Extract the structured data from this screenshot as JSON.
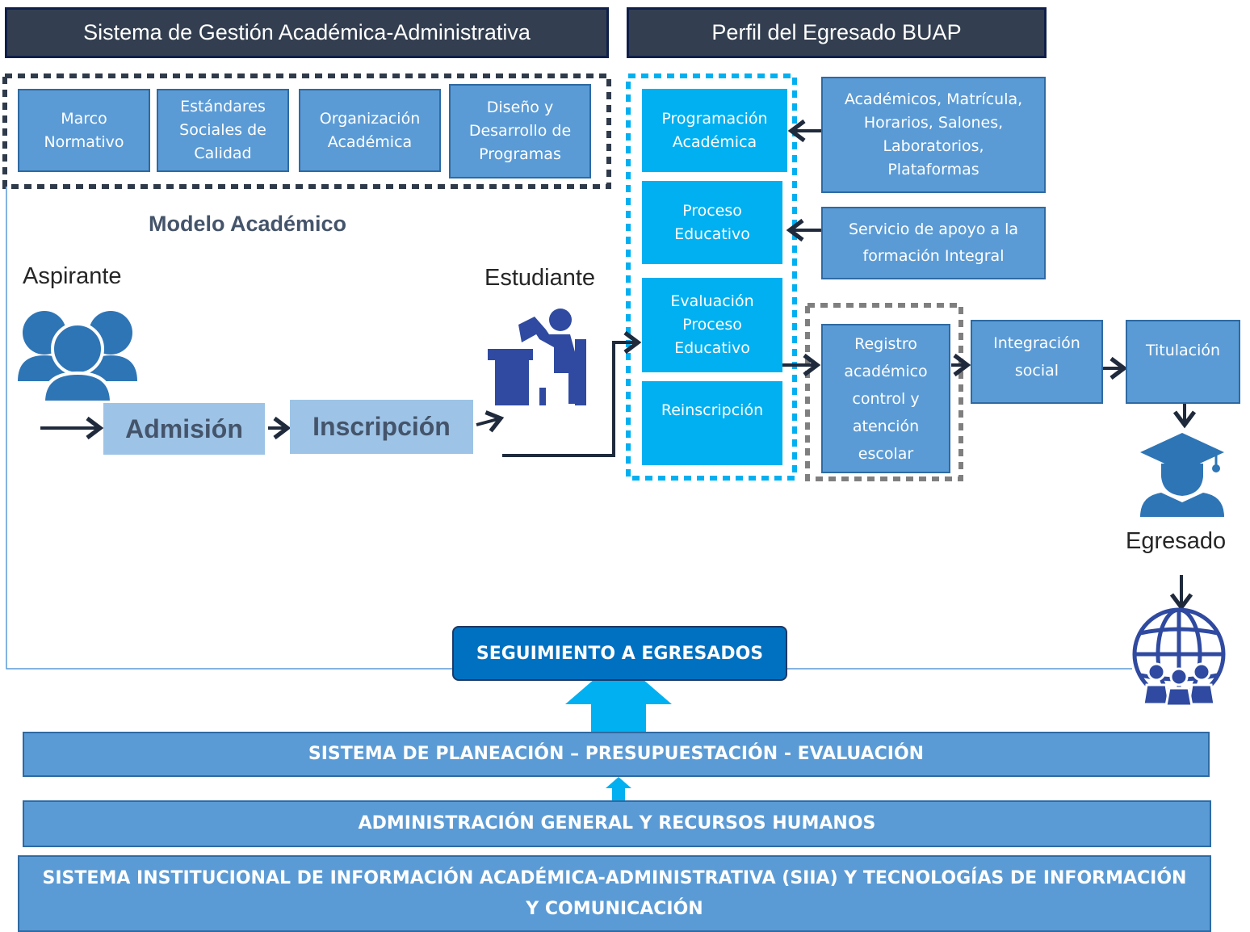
{
  "headers": {
    "gestion": "Sistema de Gestión Académica-Administrativa",
    "perfil": "Perfil del Egresado BUAP"
  },
  "modelo": {
    "items": [
      "Marco\nNormativo",
      "Estándares\nSociales de\nCalidad",
      "Organización\nAcadémica",
      "Diseño y\nDesarrollo de\nProgramas"
    ],
    "label": "Modelo Académico"
  },
  "flow": {
    "aspirante": "Aspirante",
    "admision": "Admisión",
    "inscripcion": "Inscripción",
    "estudiante": "Estudiante",
    "egresado": "Egresado"
  },
  "proceso": {
    "programacion": "Programación\nAcadémica",
    "educativo": "Proceso\nEducativo",
    "evaluacion": "Evaluación\nProceso\nEducativo",
    "reinscripcion": "Reinscripción"
  },
  "side": {
    "recursos": "Académicos, Matrícula,\nHorarios, Salones,\nLaboratorios,\nPlataformas",
    "servicio": "Servicio de apoyo a la\nformación Integral",
    "registro": "Registro\nacadémico\ncontrol y\natención\nescolar",
    "integracion": "Integración\nsocial",
    "titulacion": "Titulación"
  },
  "bottom": {
    "seguimiento": "SEGUIMIENTO A EGRESADOS",
    "planeacion": "SISTEMA DE PLANEACIÓN – PRESUPUESTACIÓN - EVALUACIÓN",
    "administracion": "ADMINISTRACIÓN GENERAL Y RECURSOS HUMANOS",
    "siia": "SISTEMA INSTITUCIONAL DE INFORMACIÓN ACADÉMICA-ADMINISTRATIVA (SIIA) Y TECNOLOGÍAS DE INFORMACIÓN Y COMUNICACIÓN"
  },
  "colors": {
    "header_bg": "#333f50",
    "box_blue": "#5b9bd5",
    "box_cyan": "#00b0f0",
    "box_light": "#9dc3e6",
    "seguimiento": "#0070c0",
    "icon": "#2e75b6",
    "arrow": "#1f2a3c"
  },
  "icons": [
    "people-icon",
    "student-reading-icon",
    "graduate-icon",
    "globe-people-icon"
  ]
}
